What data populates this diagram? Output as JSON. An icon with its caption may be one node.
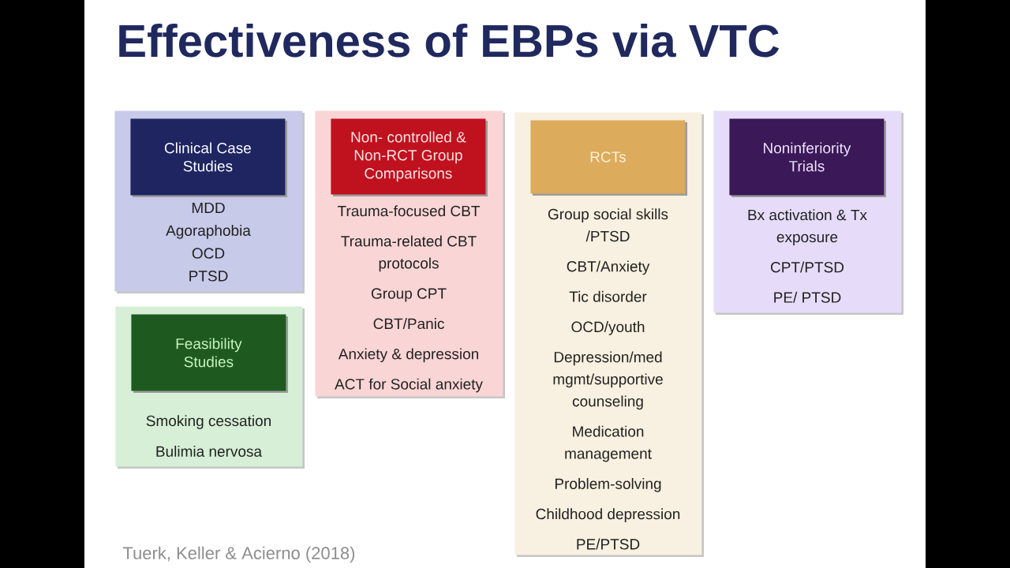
{
  "diagram": {
    "title": "Effectiveness of EBPs via VTC",
    "nodes": [
      {
        "text": [
          "MDD",
          "Agoraphobia",
          "OCD",
          "PTSD"
        ]
      },
      {
        "text": [
          "Clinical Case Studies"
        ],
        "in": 0
      },
      {
        "text": [
          "Smoking cessation",
          "Bulimia nervosa"
        ]
      },
      {
        "text": [
          "Feasibility Studies"
        ],
        "in": 2
      },
      {
        "text": [
          "Trauma-focused CBT",
          "Trauma-related CBT protocols",
          "Group CPT",
          "CBT/Panic",
          "Anxiety & depression",
          "ACT for Social anxiety"
        ]
      },
      {
        "text": [
          "Non- controlled & Non-RCT Group Comparisons"
        ],
        "in": 4
      },
      {
        "text": [
          "Group social skills /PTSD",
          "CBT/Anxiety",
          "Tic disorder",
          "OCD/youth",
          "Depression/med mgmt/supportive counseling",
          "Medication management",
          "Problem-solving",
          "Childhood depression",
          "PE/PTSD"
        ]
      },
      {
        "text": [
          "RCTs"
        ],
        "in": 6
      },
      {
        "text": [
          "Bx activation & Tx exposure",
          "CPT/PTSD",
          "PE/ PTSD"
        ]
      },
      {
        "text": [
          "Noninferiority Trials"
        ],
        "in": 8
      }
    ],
    "labels": [
      "Tuerk, Keller & Acierno (2018)"
    ]
  }
}
